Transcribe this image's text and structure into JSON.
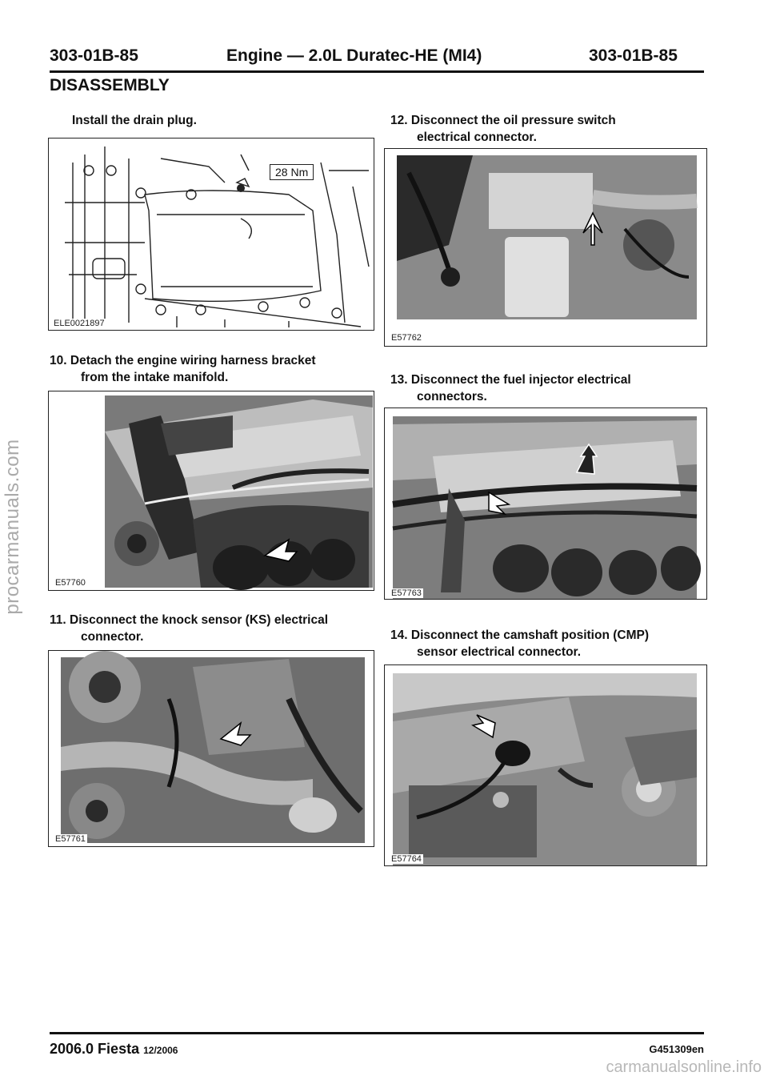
{
  "header": {
    "page_left": "303-01B-85",
    "title": "Engine — 2.0L Duratec-HE (MI4)",
    "page_right": "303-01B-85"
  },
  "section_title": "DISASSEMBLY",
  "steps": {
    "drain_plug": {
      "text": "Install the drain plug."
    },
    "s10": {
      "num": "10.",
      "line1": "Detach the engine wiring harness bracket",
      "line2": "from the intake manifold."
    },
    "s11": {
      "num": "11.",
      "line1": "Disconnect the knock sensor (KS) electrical",
      "line2": "connector."
    },
    "s12": {
      "num": "12.",
      "line1": "Disconnect the oil pressure switch",
      "line2": "electrical connector."
    },
    "s13": {
      "num": "13.",
      "line1": "Disconnect the fuel injector electrical",
      "line2": "connectors."
    },
    "s14": {
      "num": "14.",
      "line1": "Disconnect the camshaft position (CMP)",
      "line2": "sensor electrical connector."
    }
  },
  "figures": {
    "drain_plug": {
      "id": "ELE0021897",
      "torque": "28 Nm"
    },
    "s10": {
      "id": "E57760"
    },
    "s11": {
      "id": "E57761"
    },
    "s12": {
      "id": "E57762"
    },
    "s13": {
      "id": "E57763"
    },
    "s14": {
      "id": "E57764"
    }
  },
  "footer": {
    "model": "2006.0 Fiesta",
    "date": "12/2006",
    "code": "G451309en"
  },
  "watermarks": {
    "side": "procarmanuals.com",
    "bottom": "carmanualsonline.info"
  }
}
